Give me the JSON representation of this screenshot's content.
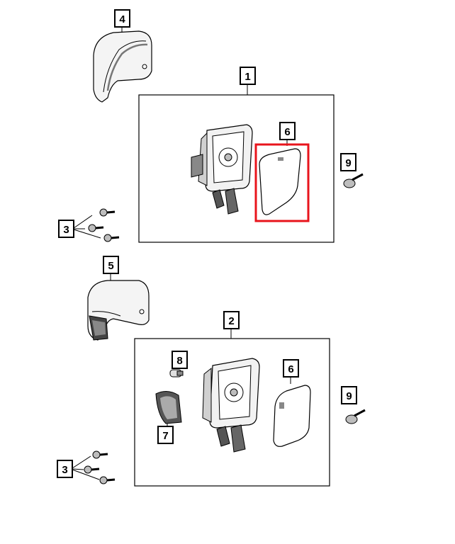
{
  "callouts": {
    "c1": "1",
    "c2": "2",
    "c3_top": "3",
    "c3_bottom": "3",
    "c4": "4",
    "c5": "5",
    "c6_top": "6",
    "c6_bottom": "6",
    "c7": "7",
    "c8": "8",
    "c9_top": "9",
    "c9_bottom": "9"
  },
  "colors": {
    "line": "#000000",
    "part_fill": "#f2f2f2",
    "part_shade": "#bdbdbd",
    "highlight": "#e8141c"
  },
  "highlighted_part": "6"
}
